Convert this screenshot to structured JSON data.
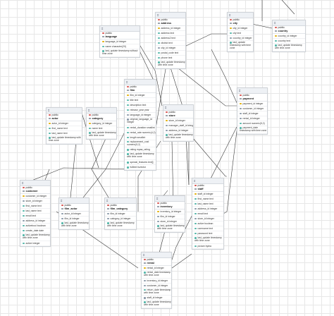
{
  "header_glyph": "⌗",
  "tables": [
    {
      "id": "language",
      "schema": "public",
      "name": "language",
      "cols": [
        {
          "t": "pk",
          "text": "language_id integer"
        },
        {
          "t": "c",
          "text": "name character(20)"
        },
        {
          "t": "c",
          "text": "last_update timestamp without time zone"
        }
      ]
    },
    {
      "id": "address",
      "schema": "public",
      "name": "address",
      "cols": [
        {
          "t": "pk",
          "text": "address_id integer"
        },
        {
          "t": "c",
          "text": "address text"
        },
        {
          "t": "c",
          "text": "address2 text"
        },
        {
          "t": "c",
          "text": "district text"
        },
        {
          "t": "fk",
          "text": "city_id integer"
        },
        {
          "t": "c",
          "text": "postal_code text"
        },
        {
          "t": "c",
          "text": "phone text"
        },
        {
          "t": "c",
          "text": "last_update timestamp with time zone"
        }
      ]
    },
    {
      "id": "city",
      "schema": "public",
      "name": "city",
      "cols": [
        {
          "t": "pk",
          "text": "city_id integer"
        },
        {
          "t": "c",
          "text": "city text"
        },
        {
          "t": "fk",
          "text": "country_id integer"
        },
        {
          "t": "c",
          "text": "last_update timestamp with time zone"
        }
      ]
    },
    {
      "id": "country",
      "schema": "public",
      "name": "country",
      "cols": [
        {
          "t": "pk",
          "text": "country_id integer"
        },
        {
          "t": "c",
          "text": "country text"
        },
        {
          "t": "c",
          "text": "last_update timestamp with time zone"
        }
      ]
    },
    {
      "id": "film",
      "schema": "public",
      "name": "film",
      "cols": [
        {
          "t": "pk",
          "text": "film_id integer"
        },
        {
          "t": "c",
          "text": "title text"
        },
        {
          "t": "c",
          "text": "description text"
        },
        {
          "t": "c",
          "text": "release_year year"
        },
        {
          "t": "fk",
          "text": "language_id integer"
        },
        {
          "t": "fk",
          "text": "original_language_id integer"
        },
        {
          "t": "c",
          "text": "rental_duration smallint"
        },
        {
          "t": "c",
          "text": "rental_rate numeric(4,2)"
        },
        {
          "t": "c",
          "text": "length smallint"
        },
        {
          "t": "c",
          "text": "replacement_cost numeric(5,2)"
        },
        {
          "t": "c",
          "text": "rating mpaa_rating"
        },
        {
          "t": "c",
          "text": "last_update timestamp with time zone"
        },
        {
          "t": "c",
          "text": "special_features text[]"
        },
        {
          "t": "c",
          "text": "fulltext tsvector"
        }
      ]
    },
    {
      "id": "actor",
      "schema": "public",
      "name": "actor",
      "cols": [
        {
          "t": "pk",
          "text": "actor_id integer"
        },
        {
          "t": "c",
          "text": "first_name text"
        },
        {
          "t": "c",
          "text": "last_name text"
        },
        {
          "t": "c",
          "text": "last_update timestamp with time zone"
        }
      ]
    },
    {
      "id": "category",
      "schema": "public",
      "name": "category",
      "cols": [
        {
          "t": "pk",
          "text": "category_id integer"
        },
        {
          "t": "c",
          "text": "name text"
        },
        {
          "t": "c",
          "text": "last_update timestamp with time zone"
        }
      ]
    },
    {
      "id": "store",
      "schema": "public",
      "name": "store",
      "cols": [
        {
          "t": "pk",
          "text": "store_id integer"
        },
        {
          "t": "fk",
          "text": "manager_staff_id integer"
        },
        {
          "t": "fk",
          "text": "address_id integer"
        },
        {
          "t": "c",
          "text": "last_update timestamp with time zone"
        }
      ]
    },
    {
      "id": "payment",
      "schema": "public",
      "name": "payment",
      "cols": [
        {
          "t": "pk",
          "text": "payment_id integer"
        },
        {
          "t": "fk",
          "text": "customer_id integer"
        },
        {
          "t": "fk",
          "text": "staff_id integer"
        },
        {
          "t": "fk",
          "text": "rental_id integer"
        },
        {
          "t": "c",
          "text": "amount numeric(5,2)"
        },
        {
          "t": "c",
          "text": "payment_date timestamp with time zone"
        }
      ]
    },
    {
      "id": "customer",
      "schema": "public",
      "name": "customer",
      "cols": [
        {
          "t": "pk",
          "text": "customer_id integer"
        },
        {
          "t": "fk",
          "text": "store_id integer"
        },
        {
          "t": "c",
          "text": "first_name text"
        },
        {
          "t": "c",
          "text": "last_name text"
        },
        {
          "t": "c",
          "text": "email text"
        },
        {
          "t": "fk",
          "text": "address_id integer"
        },
        {
          "t": "c",
          "text": "activebool boolean"
        },
        {
          "t": "c",
          "text": "create_date date"
        },
        {
          "t": "c",
          "text": "last_update timestamp with time zone"
        },
        {
          "t": "c",
          "text": "active integer"
        }
      ]
    },
    {
      "id": "film_actor",
      "schema": "public",
      "name": "film_actor",
      "cols": [
        {
          "t": "fk",
          "text": "actor_id integer"
        },
        {
          "t": "fk",
          "text": "film_id integer"
        },
        {
          "t": "c",
          "text": "last_update timestamp with time zone"
        }
      ]
    },
    {
      "id": "film_category",
      "schema": "public",
      "name": "film_category",
      "cols": [
        {
          "t": "fk",
          "text": "film_id integer"
        },
        {
          "t": "fk",
          "text": "category_id integer"
        },
        {
          "t": "c",
          "text": "last_update timestamp with time zone"
        }
      ]
    },
    {
      "id": "inventory",
      "schema": "public",
      "name": "inventory",
      "cols": [
        {
          "t": "pk",
          "text": "inventory_id integer"
        },
        {
          "t": "fk",
          "text": "film_id integer"
        },
        {
          "t": "fk",
          "text": "store_id integer"
        },
        {
          "t": "c",
          "text": "last_update timestamp with time zone"
        }
      ]
    },
    {
      "id": "staff",
      "schema": "public",
      "name": "staff",
      "cols": [
        {
          "t": "pk",
          "text": "staff_id integer"
        },
        {
          "t": "c",
          "text": "first_name text"
        },
        {
          "t": "c",
          "text": "last_name text"
        },
        {
          "t": "fk",
          "text": "address_id integer"
        },
        {
          "t": "c",
          "text": "email text"
        },
        {
          "t": "fk",
          "text": "store_id integer"
        },
        {
          "t": "c",
          "text": "active boolean"
        },
        {
          "t": "c",
          "text": "username text"
        },
        {
          "t": "c",
          "text": "password text"
        },
        {
          "t": "c",
          "text": "last_update timestamp with time zone"
        },
        {
          "t": "c",
          "text": "picture bytea"
        }
      ]
    },
    {
      "id": "rental",
      "schema": "public",
      "name": "rental",
      "cols": [
        {
          "t": "pk",
          "text": "rental_id integer"
        },
        {
          "t": "c",
          "text": "rental_date timestamp with time zone"
        },
        {
          "t": "fk",
          "text": "inventory_id integer"
        },
        {
          "t": "fk",
          "text": "customer_id integer"
        },
        {
          "t": "c",
          "text": "return_date timestamp with time zone"
        },
        {
          "t": "fk",
          "text": "staff_id integer"
        },
        {
          "t": "c",
          "text": "last_update timestamp with time zone"
        }
      ]
    }
  ]
}
